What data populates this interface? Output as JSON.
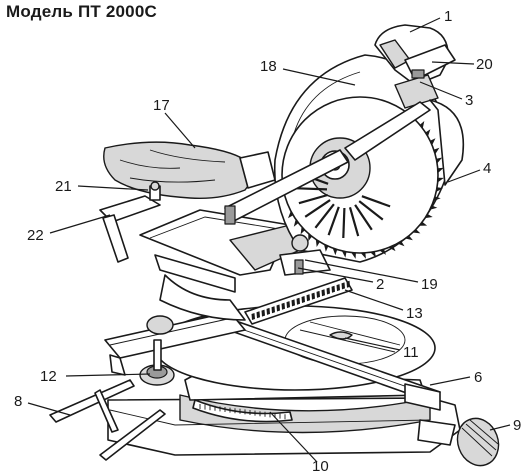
{
  "title": "Модель ПТ 2000С",
  "callouts": [
    {
      "id": "1",
      "label": "1"
    },
    {
      "id": "20",
      "label": "20"
    },
    {
      "id": "3",
      "label": "3"
    },
    {
      "id": "18",
      "label": "18"
    },
    {
      "id": "17",
      "label": "17"
    },
    {
      "id": "4",
      "label": "4"
    },
    {
      "id": "21",
      "label": "21"
    },
    {
      "id": "22",
      "label": "22"
    },
    {
      "id": "19",
      "label": "19"
    },
    {
      "id": "2",
      "label": "2"
    },
    {
      "id": "13",
      "label": "13"
    },
    {
      "id": "11",
      "label": "11"
    },
    {
      "id": "12",
      "label": "12"
    },
    {
      "id": "6",
      "label": "6"
    },
    {
      "id": "8",
      "label": "8"
    },
    {
      "id": "9",
      "label": "9"
    },
    {
      "id": "10",
      "label": "10"
    }
  ]
}
